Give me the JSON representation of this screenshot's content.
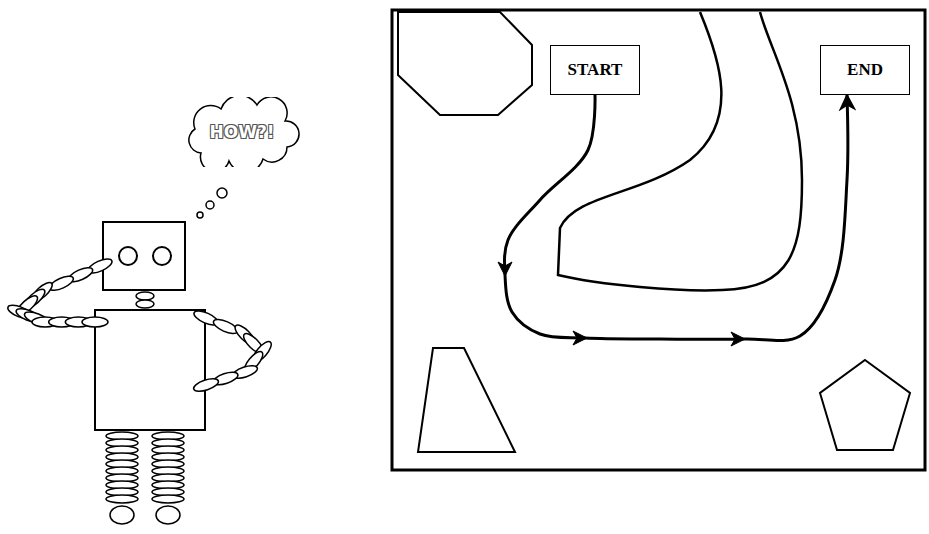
{
  "diagram": {
    "nodes": [
      {
        "text": [
          "HOW?!"
        ]
      },
      {
        "text": [
          "START"
        ]
      },
      {
        "text": [
          "END"
        ]
      }
    ],
    "edges": [
      {
        "from": 1,
        "to": 2,
        "arrow": "to"
      }
    ]
  }
}
